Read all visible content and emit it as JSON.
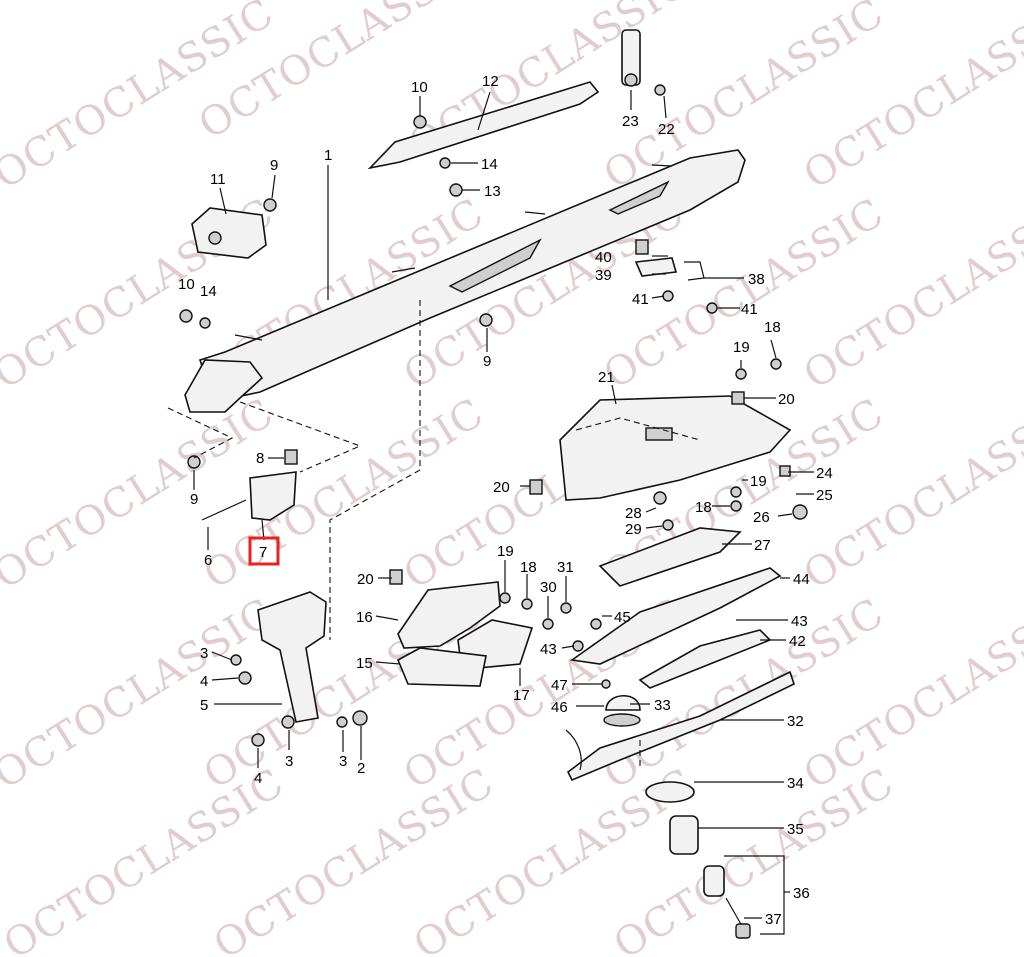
{
  "watermark": {
    "text": "OCTOCLASSIC",
    "color": "#c9a6a6"
  },
  "highlight": {
    "callout": "7",
    "color": "#e8231f"
  },
  "callouts": {
    "c1": "1",
    "c2": "2",
    "c3a": "3",
    "c3b": "3",
    "c3c": "3",
    "c4a": "4",
    "c4b": "4",
    "c5": "5",
    "c6": "6",
    "c7": "7",
    "c8": "8",
    "c9a": "9",
    "c9b": "9",
    "c9c": "9",
    "c10a": "10",
    "c10b": "10",
    "c11": "11",
    "c12": "12",
    "c13": "13",
    "c14a": "14",
    "c14b": "14",
    "c15": "15",
    "c16": "16",
    "c17": "17",
    "c18a": "18",
    "c18b": "18",
    "c18c": "18",
    "c19a": "19",
    "c19b": "19",
    "c19c": "19",
    "c20a": "20",
    "c20b": "20",
    "c20c": "20",
    "c21": "21",
    "c22": "22",
    "c23": "23",
    "c24": "24",
    "c25": "25",
    "c26": "26",
    "c27": "27",
    "c28": "28",
    "c29": "29",
    "c30": "30",
    "c31": "31",
    "c32": "32",
    "c33": "33",
    "c34": "34",
    "c35": "35",
    "c36": "36",
    "c37": "37",
    "c38": "38",
    "c39": "39",
    "c40": "40",
    "c41a": "41",
    "c41b": "41",
    "c42": "42",
    "c43a": "43",
    "c43b": "43",
    "c44": "44",
    "c45": "45",
    "c46": "46",
    "c47": "47"
  }
}
